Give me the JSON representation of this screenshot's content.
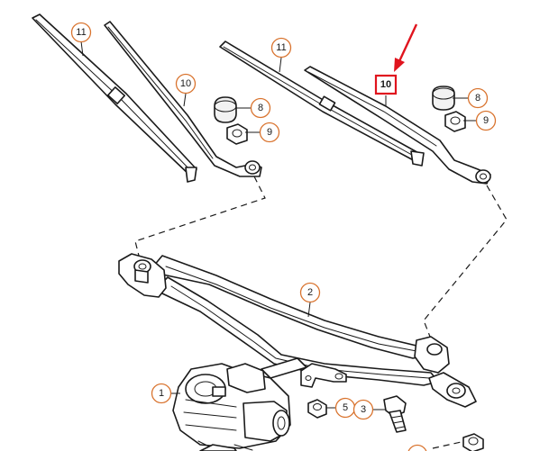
{
  "callouts": {
    "c1": "1",
    "c2": "2",
    "c3": "3",
    "c5": "5",
    "c8a": "8",
    "c8b": "8",
    "c9a": "9",
    "c9b": "9",
    "c10a": "10",
    "c10b": "10",
    "c11a": "11",
    "c11b": "11"
  },
  "highlight": {
    "part_number": "10",
    "color": "#e0141e"
  },
  "colors": {
    "callout_ring": "#d9732e",
    "line": "#1a1a1a"
  }
}
